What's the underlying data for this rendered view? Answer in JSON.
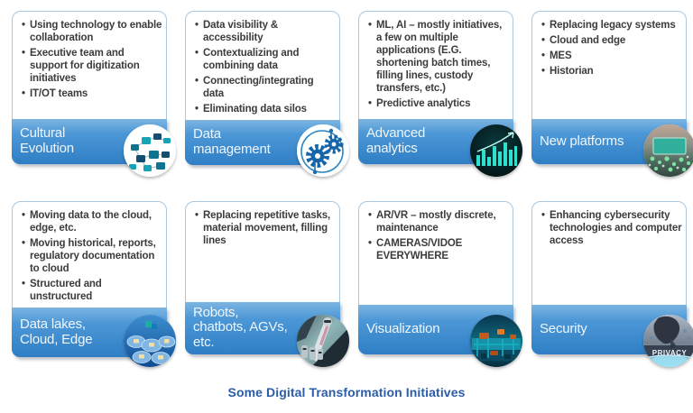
{
  "title": "Some Digital Transformation Initiatives",
  "colors": {
    "banner_top": "#7CB5E2",
    "banner_mid": "#4C97D6",
    "banner_bottom": "#2F7EC5",
    "banner_text": "#EFF6FC",
    "card_border": "#A9C8E1",
    "bullet_text": "#3C3C3C",
    "title_text": "#2B5CA8"
  },
  "cards": [
    {
      "title": "Cultural Evolution",
      "icon": "puzzle-network-icon",
      "bullets": [
        "Using technology to enable collaboration",
        "Executive team and support for digitization initiatives",
        "IT/OT teams"
      ]
    },
    {
      "title": "Data management",
      "icon": "gears-icon",
      "bullets": [
        "Data visibility & accessibility",
        "Contextualizing and combining data",
        "Connecting/integrating data",
        "Eliminating data silos"
      ]
    },
    {
      "title": "Advanced analytics",
      "icon": "bar-chart-photo",
      "bullets": [
        "ML, AI – mostly initiatives, a few on multiple applications (E.G. shortening batch times, filling lines, custody transfers, etc.)",
        "Predictive analytics"
      ]
    },
    {
      "title": "New platforms",
      "icon": "tablet-photo",
      "bullets": [
        "Replacing legacy systems",
        "Cloud and edge",
        "MES",
        "Historian"
      ]
    },
    {
      "title": "Data lakes, Cloud, Edge",
      "icon": "clouds-photo",
      "bullets": [
        "Moving data to the cloud, edge, etc.",
        "Moving historical, reports, regulatory documentation to cloud",
        "Structured and unstructured"
      ]
    },
    {
      "title": "Robots, chatbots, AGVs, etc.",
      "icon": "robot-photo",
      "bullets": [
        "Replacing repetitive tasks, material movement, filling lines"
      ]
    },
    {
      "title": "Visualization",
      "icon": "machinery-photo",
      "bullets": [
        "AR/VR – mostly discrete, maintenance",
        "CAMERAS/VIDOE EVERYWHERE"
      ]
    },
    {
      "title": "Security",
      "icon": "privacy-photo",
      "overlay_text": "PRIVACY",
      "bullets": [
        "Enhancing cybersecurity technologies and computer access"
      ]
    }
  ]
}
